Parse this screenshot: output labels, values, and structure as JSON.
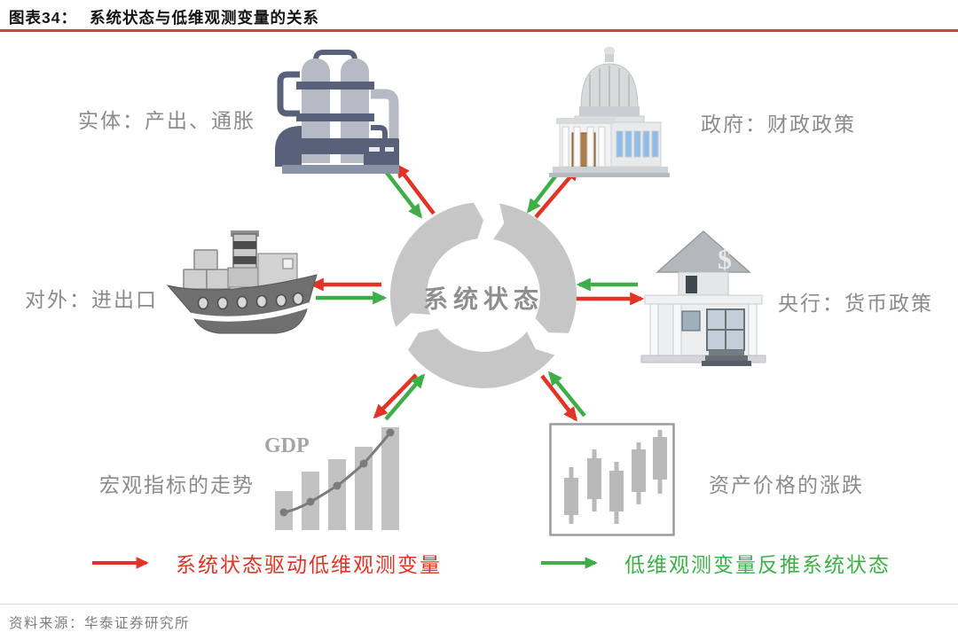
{
  "figure": {
    "title_prefix": "图表34：",
    "title": "系统状态与低维观测变量的关系",
    "source": "资料来源：华泰证券研究所"
  },
  "center": {
    "label": "系统状态"
  },
  "nodes": {
    "entity": {
      "label": "实体：产出、通胀",
      "icon": "factory-icon",
      "position": "top-left"
    },
    "government": {
      "label": "政府：财政政策",
      "icon": "capitol-building-icon",
      "position": "top-right"
    },
    "external": {
      "label": "对外：进出口",
      "icon": "cargo-ship-icon",
      "position": "middle-left"
    },
    "central_bank": {
      "label": "央行：货币政策",
      "icon": "bank-icon",
      "icon_glyph": "$",
      "position": "middle-right"
    },
    "macro": {
      "label": "宏观指标的走势",
      "icon": "gdp-bar-chart-icon",
      "chart_tag": "GDP",
      "position": "bottom-left"
    },
    "asset": {
      "label": "资产价格的涨跌",
      "icon": "candlestick-chart-icon",
      "position": "bottom-right"
    }
  },
  "legend": {
    "red": {
      "label": "系统状态驱动低维观测变量",
      "color": "#e23327",
      "direction": "outward"
    },
    "green": {
      "label": "低维观测变量反推系统状态",
      "color": "#3fae49",
      "direction": "inward"
    }
  },
  "colors": {
    "arrow_red": "#e23327",
    "arrow_green": "#3fae49",
    "ring_gray": "#c6c6c6",
    "title_rule_red": "#c9463a",
    "label_gray": "#8b8b8b"
  }
}
